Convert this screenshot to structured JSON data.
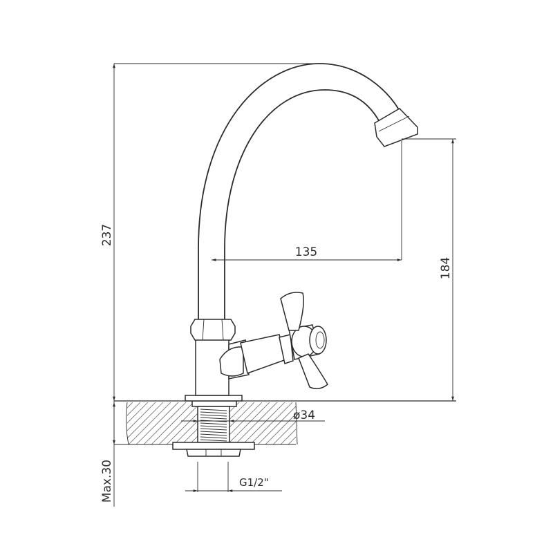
{
  "dimensions": {
    "total_height": "237",
    "spout_reach": "135",
    "spout_height": "184",
    "base_diameter": "ø34",
    "max_thickness": "Max.30",
    "thread": "G1/2\""
  }
}
